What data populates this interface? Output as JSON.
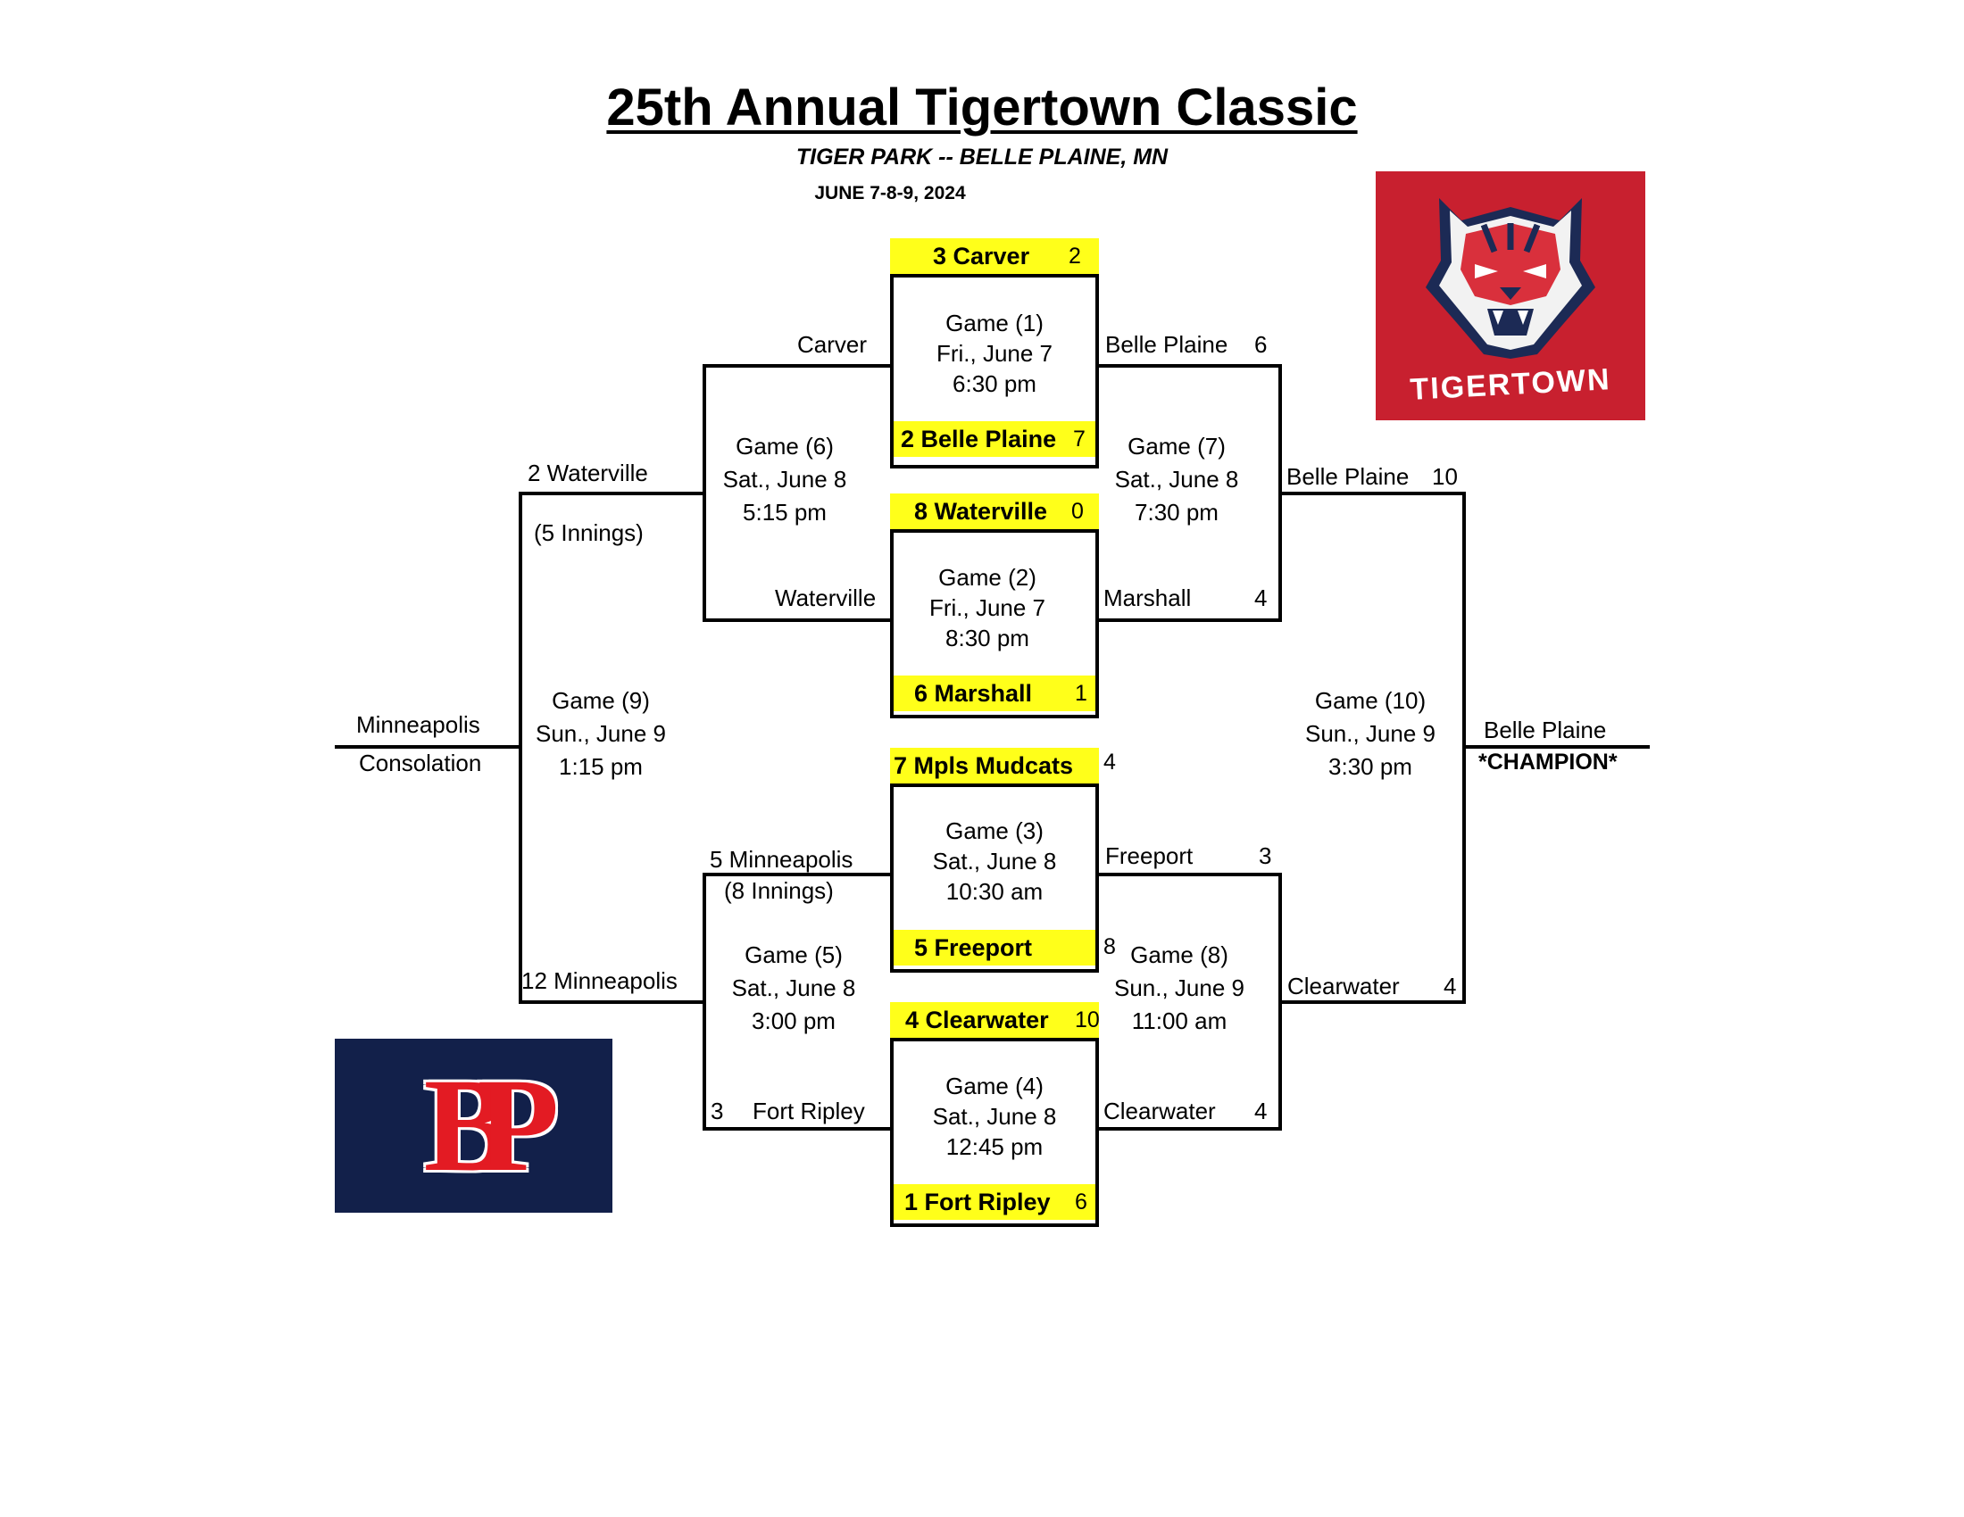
{
  "header": {
    "title": "25th Annual Tigertown Classic",
    "venue": "TIGER PARK -- BELLE PLAINE, MN",
    "dates": "JUNE 7-8-9, 2024"
  },
  "logos": {
    "tigertown": {
      "text": "TIGERTOWN",
      "icon": "tiger-head-icon",
      "bg": "#c8202f"
    },
    "bp": {
      "text": "BP",
      "bg": "#12204a",
      "color": "#e31b23"
    }
  },
  "seeds": {
    "s3": {
      "team": "3 Carver",
      "score": "2"
    },
    "s2": {
      "team": "2 Belle Plaine",
      "score": "7"
    },
    "s8": {
      "team": "8 Waterville",
      "score": "0"
    },
    "s6": {
      "team": "6 Marshall",
      "score": "1"
    },
    "s7": {
      "team": "7 Mpls Mudcats",
      "score": "4"
    },
    "s5": {
      "team": "5 Freeport",
      "score": "8"
    },
    "s4": {
      "team": "4 Clearwater",
      "score": "10"
    },
    "s1": {
      "team": "1 Fort Ripley",
      "score": "6"
    }
  },
  "games": {
    "g1": {
      "name": "Game (1)",
      "day": "Fri., June 7",
      "time": "6:30 pm"
    },
    "g2": {
      "name": "Game (2)",
      "day": "Fri., June 7",
      "time": "8:30 pm"
    },
    "g3": {
      "name": "Game (3)",
      "day": "Sat., June 8",
      "time": "10:30 am"
    },
    "g4": {
      "name": "Game (4)",
      "day": "Sat., June 8",
      "time": "12:45 pm"
    },
    "g5": {
      "name": "Game (5)",
      "day": "Sat., June 8",
      "time": "3:00 pm"
    },
    "g6": {
      "name": "Game (6)",
      "day": "Sat., June 8",
      "time": "5:15 pm"
    },
    "g7": {
      "name": "Game (7)",
      "day": "Sat., June 8",
      "time": "7:30 pm"
    },
    "g8": {
      "name": "Game (8)",
      "day": "Sun., June 9",
      "time": "11:00 am"
    },
    "g9": {
      "name": "Game (9)",
      "day": "Sun., June 9",
      "time": "1:15 pm"
    },
    "g10": {
      "name": "Game (10)",
      "day": "Sun., June 9",
      "time": "3:30 pm"
    }
  },
  "bracket": {
    "g6_top": "Carver",
    "g6_bottom": "Waterville",
    "g7_top_team": "Belle Plaine",
    "g7_top_score": "6",
    "g7_bottom_team": "Marshall",
    "g7_bottom_score": "4",
    "g9_top": "2  Waterville",
    "g9_note": "(5 Innings)",
    "g9_bottom": "12  Minneapolis",
    "g5_top": "5 Minneapolis",
    "g5_note": "(8 Innings)",
    "g5_bottom_score": "3",
    "g5_bottom_team": "Fort Ripley",
    "g8_top_team": "Freeport",
    "g8_top_score": "3",
    "g8_bottom_team": "Clearwater",
    "g8_bottom_score": "4",
    "g10_top_team": "Belle Plaine",
    "g10_top_score": "10",
    "g10_bottom_team": "Clearwater",
    "g10_bottom_score": "4",
    "consolation_team": "Minneapolis",
    "consolation_label": "Consolation",
    "champion_team": "Belle Plaine",
    "champion_label": "*CHAMPION*"
  }
}
